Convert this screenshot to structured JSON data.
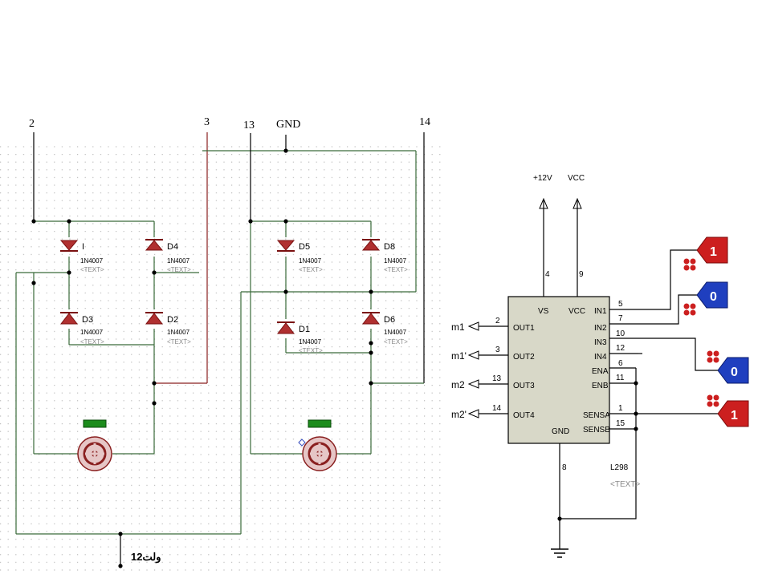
{
  "top_labels": {
    "n2": "2",
    "n3": "3",
    "n13": "13",
    "gnd": "GND",
    "n14": "14"
  },
  "diodes": {
    "d1": {
      "ref": "I",
      "part": "1N4007",
      "text": "<TEXT>"
    },
    "d4": {
      "ref": "D4",
      "part": "1N4007",
      "text": "<TEXT>"
    },
    "d3": {
      "ref": "D3",
      "part": "1N4007",
      "text": "<TEXT>"
    },
    "d2": {
      "ref": "D2",
      "part": "1N4007",
      "text": "<TEXT>"
    },
    "d5": {
      "ref": "D5",
      "part": "1N4007",
      "text": "<TEXT>"
    },
    "d8": {
      "ref": "D8",
      "part": "1N4007",
      "text": "<TEXT>"
    },
    "d1b": {
      "ref": "D1",
      "part": "1N4007",
      "text": "<TEXT>"
    },
    "d6": {
      "ref": "D6",
      "part": "1N4007",
      "text": "<TEXT>"
    }
  },
  "supply_label": "12ولت",
  "ic": {
    "name": "L298",
    "text": "<TEXT>",
    "power_vs": "+12V",
    "power_vcc": "VCC",
    "vs": "VS",
    "vcc": "VCC",
    "gnd": "GND",
    "out1": "OUT1",
    "out2": "OUT2",
    "out3": "OUT3",
    "out4": "OUT4",
    "in1": "IN1",
    "in2": "IN2",
    "in3": "IN3",
    "in4": "IN4",
    "ena": "ENA",
    "enb": "ENB",
    "sensa": "SENSA",
    "sensb": "SENSB",
    "pin_vs": "4",
    "pin_vcc": "9",
    "pin_out1": "2",
    "pin_out2": "3",
    "pin_out3": "13",
    "pin_out4": "14",
    "pin_in1": "5",
    "pin_in2": "7",
    "pin_in3": "10",
    "pin_in4": "12",
    "pin_ena": "6",
    "pin_enb": "11",
    "pin_sensa": "1",
    "pin_sensb": "15",
    "pin_gnd": "8"
  },
  "outputs": {
    "m1": "m1",
    "m1p": "m1'",
    "m2": "m2",
    "m2p": "m2'"
  },
  "logic_states": {
    "s1": "1",
    "s2": "0",
    "s3": "0",
    "s4": "1"
  },
  "colors": {
    "logic_high": "#cc1f1f",
    "logic_low": "#1f3fbf",
    "ic_body": "#d8d8c8"
  }
}
